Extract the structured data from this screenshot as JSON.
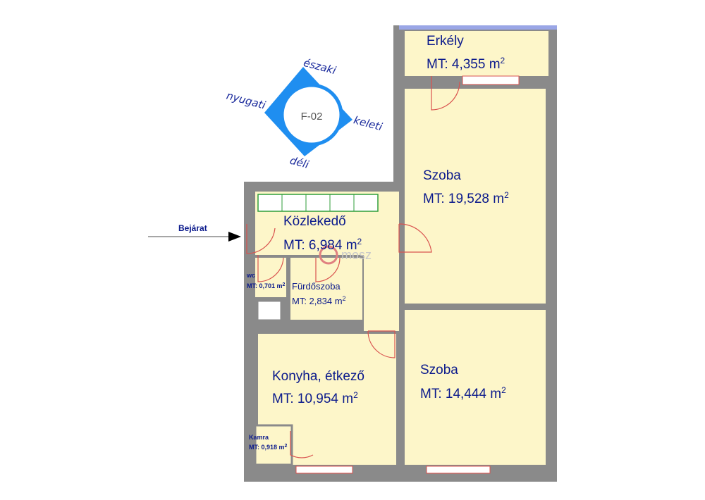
{
  "compass": {
    "code": "F-02",
    "north": "északi",
    "west": "nyugati",
    "east": "keleti",
    "south": "déli"
  },
  "entrance_label": "Bejárat",
  "rooms": {
    "balcony": {
      "name": "Erkély",
      "area_text": "MT: 4,355 m",
      "sup": "2"
    },
    "room1": {
      "name": "Szoba",
      "area_text": "MT: 19,528 m",
      "sup": "2"
    },
    "corridor": {
      "name": "Közlekedő",
      "area_text": "MT: 6,984 m",
      "sup": "2"
    },
    "wc": {
      "name": "wc",
      "area_text": "MT: 0,701 m",
      "sup": "2"
    },
    "bathroom": {
      "name": "Fürdőszoba",
      "area_text": "MT: 2,834 m",
      "sup": "2"
    },
    "kitchen": {
      "name": "Konyha, étkező",
      "area_text": "MT:  10,954 m",
      "sup": "2"
    },
    "room2": {
      "name": "Szoba",
      "area_text": "MT: 14,444 m",
      "sup": "2"
    },
    "pantry": {
      "name": "Kamra",
      "area_text": "MT: 0,918 m",
      "sup": "2"
    }
  },
  "watermark": "mosz",
  "colors": {
    "wall": "#8a8a8a",
    "floor": "#fdf6c9",
    "label": "#0b1a8c",
    "compass": "#1f8ef0",
    "door": "#d9534f"
  }
}
